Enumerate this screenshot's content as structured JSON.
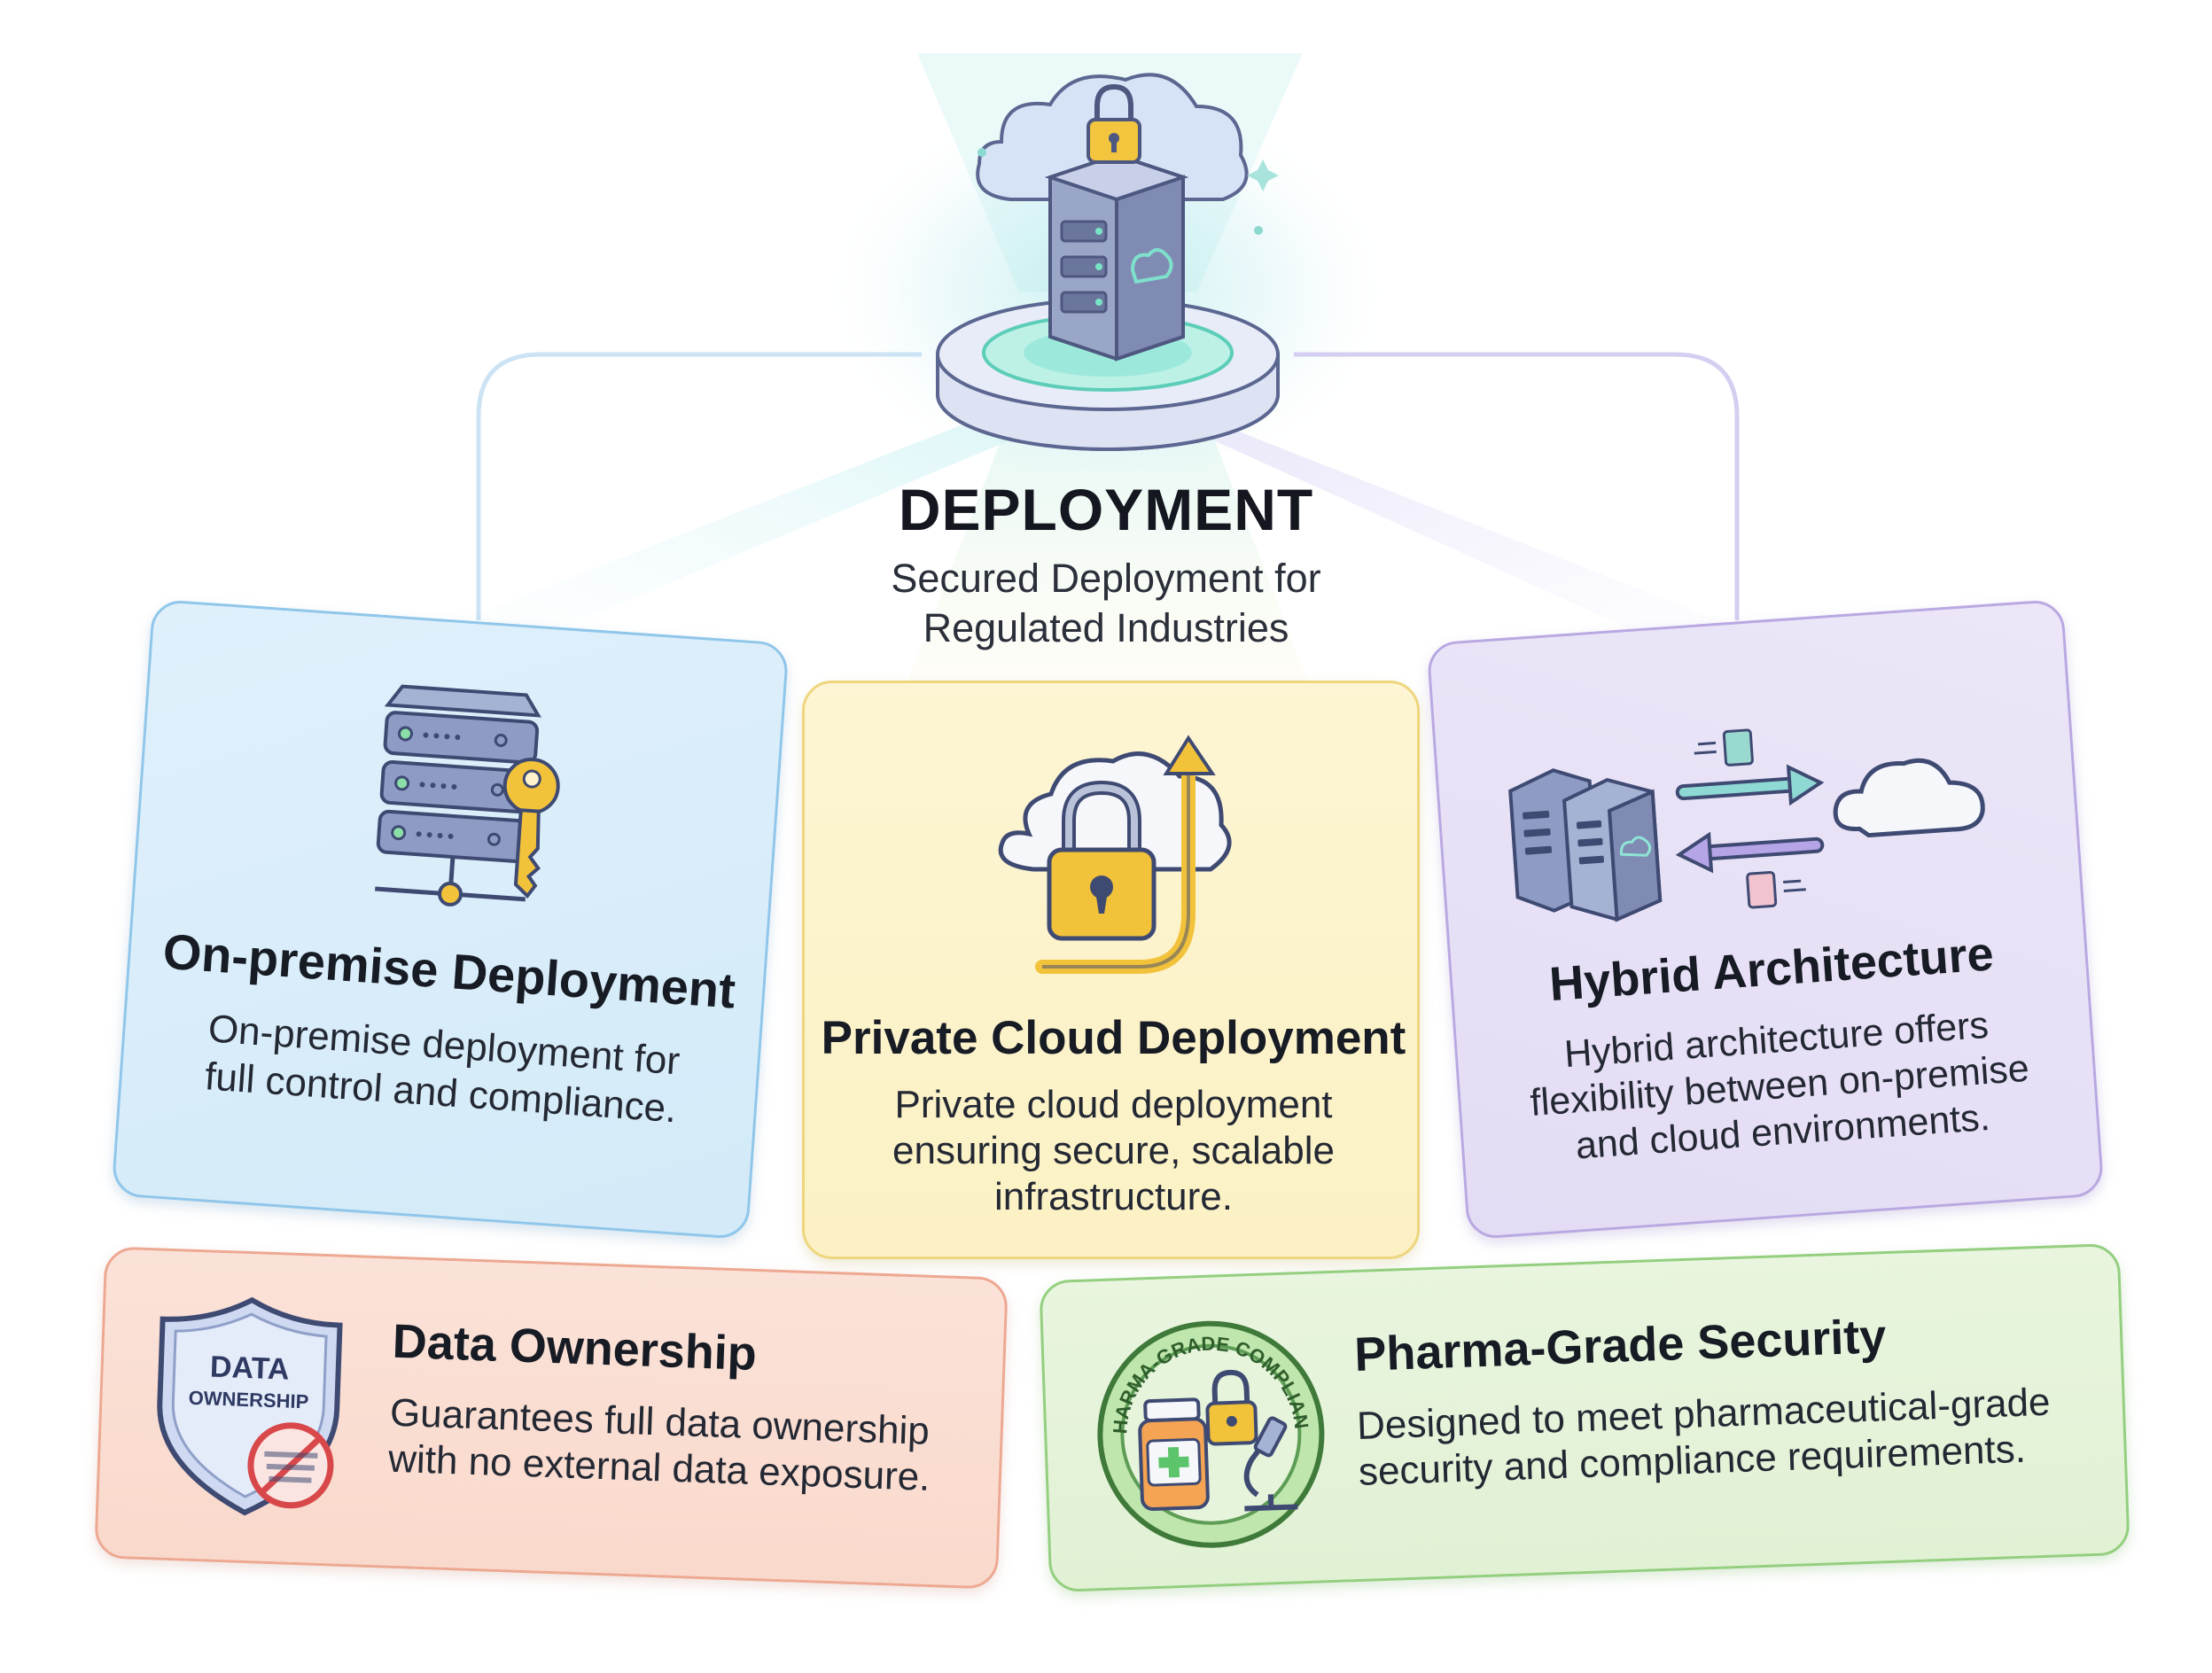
{
  "header": {
    "title": "DEPLOYMENT",
    "subtitle_line1": "Secured Deployment for",
    "subtitle_line2": "Regulated Industries"
  },
  "cards": {
    "onprem": {
      "title": "On-premise Deployment",
      "desc_line1": "On-premise deployment for",
      "desc_line2": "full control and compliance.",
      "icon": "server-key-icon"
    },
    "private": {
      "title": "Private Cloud Deployment",
      "desc_line1": "Private cloud deployment",
      "desc_line2": "ensuring secure, scalable",
      "desc_line3": "infrastructure.",
      "icon": "cloud-lock-icon"
    },
    "hybrid": {
      "title": "Hybrid Architecture",
      "desc_line1": "Hybrid architecture offers",
      "desc_line2": "flexibility between on-premise",
      "desc_line3": "and cloud environments.",
      "icon": "server-cloud-sync-icon"
    },
    "data": {
      "title": "Data Ownership",
      "desc_line1": "Guarantees full data ownership",
      "desc_line2": "with no external data exposure.",
      "icon": "data-ownership-shield-icon",
      "badge_line1": "DATA",
      "badge_line2": "OWNERSHIP"
    },
    "pharma": {
      "title": "Pharma-Grade Security",
      "desc_line1": "Designed to meet pharmaceutical-grade",
      "desc_line2": "security and compliance requirements.",
      "icon": "pharma-compliant-seal-icon",
      "badge_text": "PHARMA-GRADE COMPLIANT"
    }
  },
  "colors": {
    "onprem": "#d9eefa",
    "private": "#fcf3cc",
    "hybrid": "#e8e2f7",
    "data": "#fadccf",
    "pharma": "#e5f3da",
    "lock": "#f2c23a"
  }
}
